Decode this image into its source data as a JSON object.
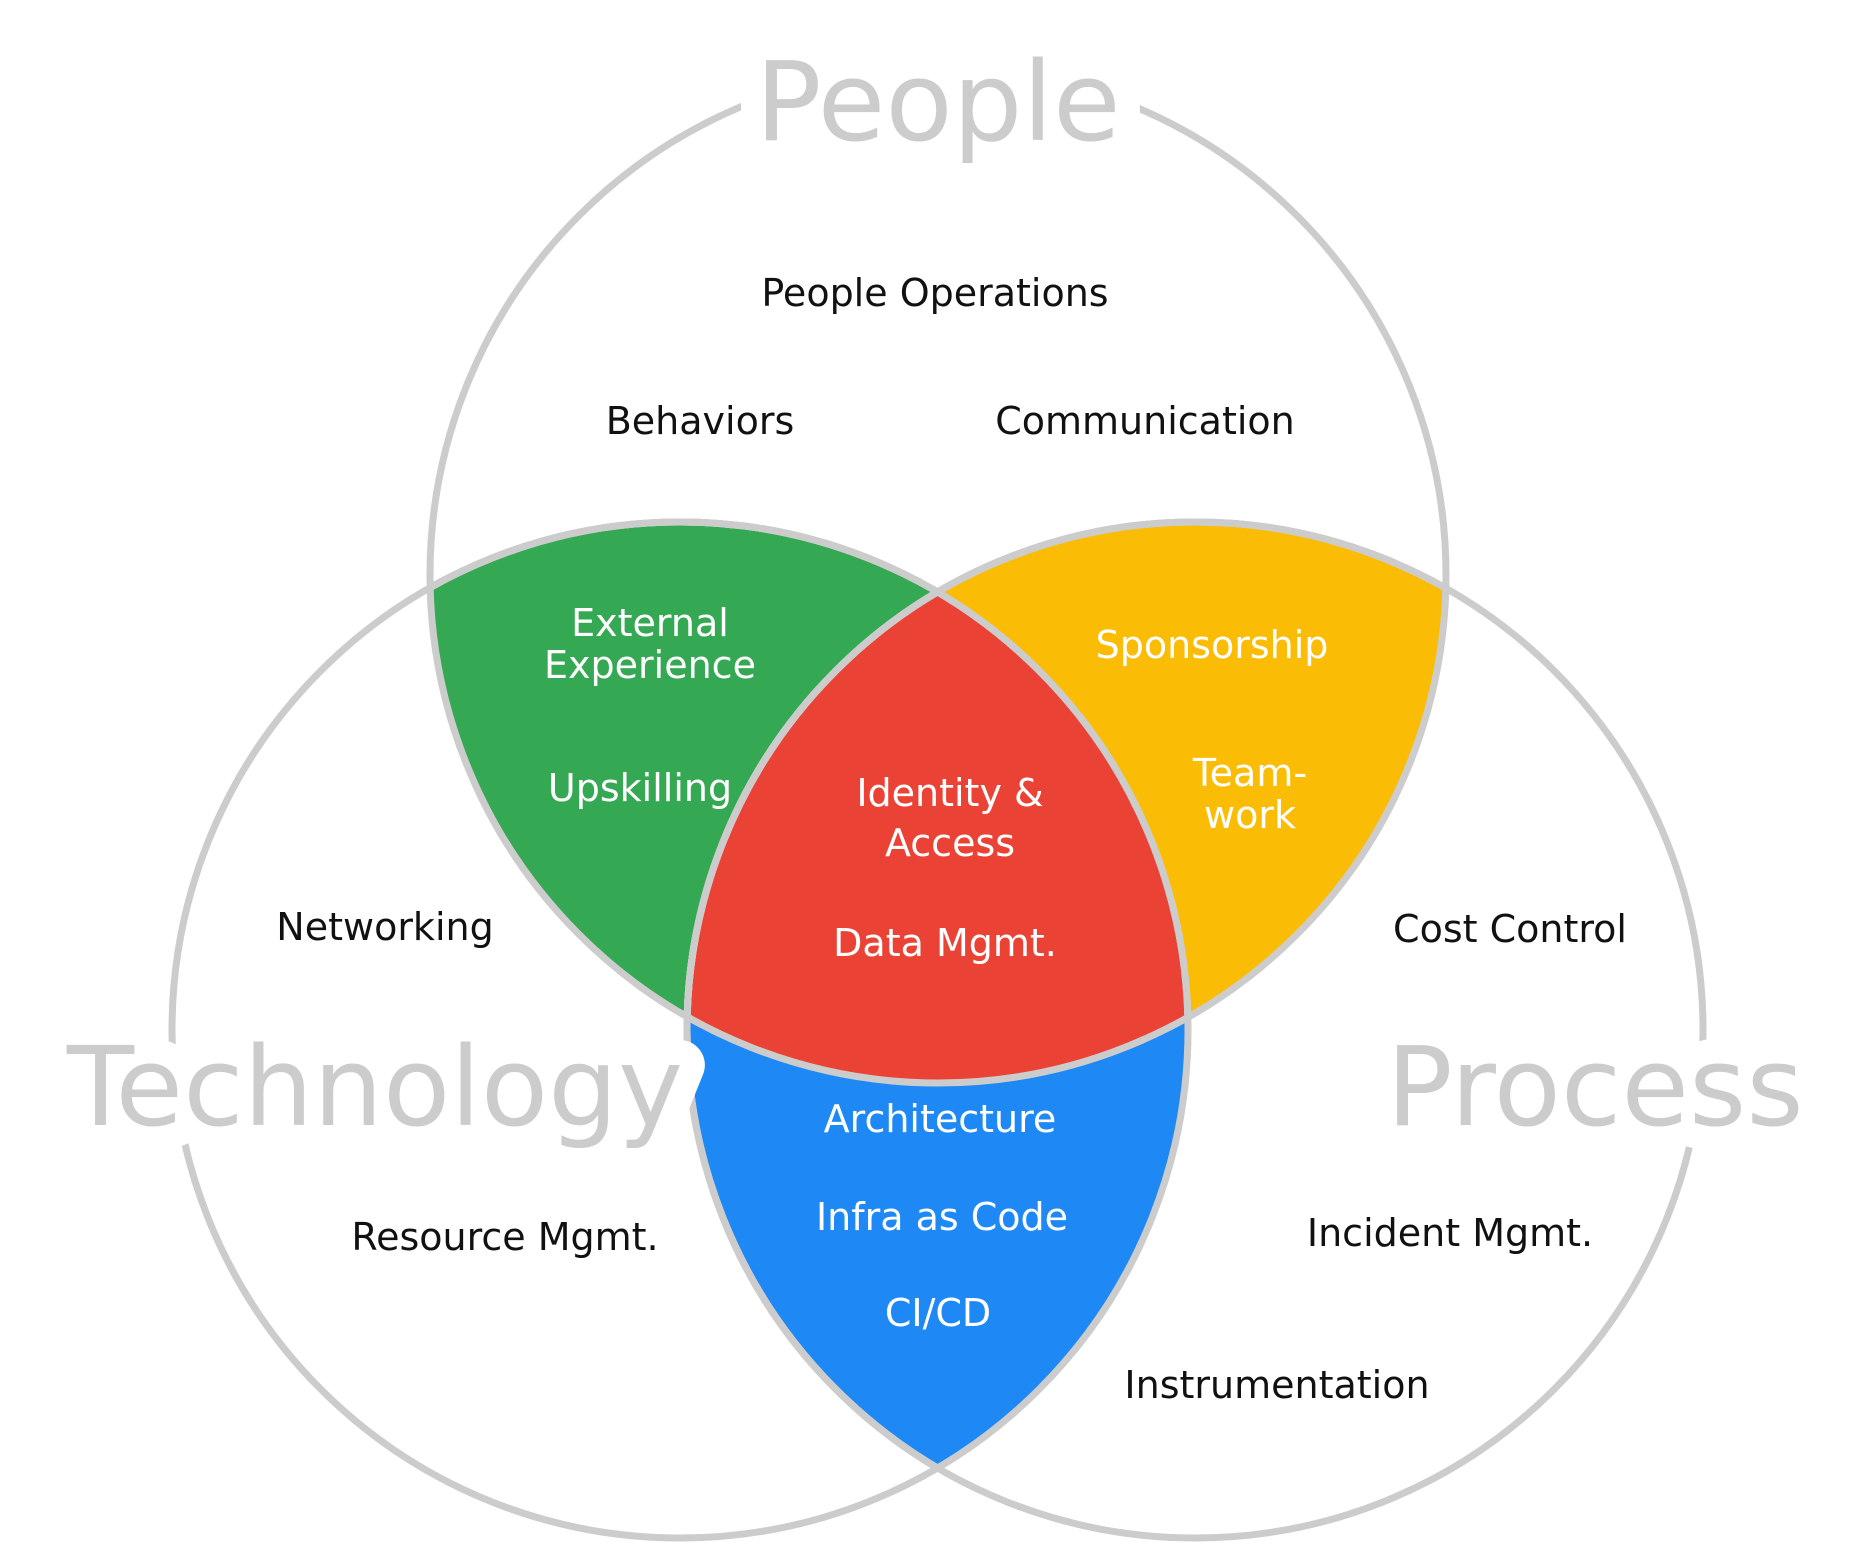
{
  "sets": {
    "people": "People",
    "technology": "Technology",
    "process": "Process"
  },
  "people_only": [
    "People Operations",
    "Behaviors",
    "Communication"
  ],
  "technology_only": [
    "Networking",
    "Resource Mgmt."
  ],
  "process_only": [
    "Cost Control",
    "Incident Mgmt.",
    "Instrumentation"
  ],
  "people_technology": {
    "color": "#34a853",
    "items": [
      "External",
      "Experience",
      "Upskilling"
    ]
  },
  "people_process": {
    "color": "#fbbc05",
    "items": [
      "Sponsorship",
      "Team-",
      "work"
    ]
  },
  "technology_process": {
    "color": "#1e88f5",
    "items": [
      "Architecture",
      "Infra as Code",
      "CI/CD"
    ]
  },
  "all_three": {
    "color": "#ea4335",
    "items": [
      "Identity &",
      "Access",
      "Data Mgmt."
    ]
  },
  "outline_color": "#cccccc"
}
